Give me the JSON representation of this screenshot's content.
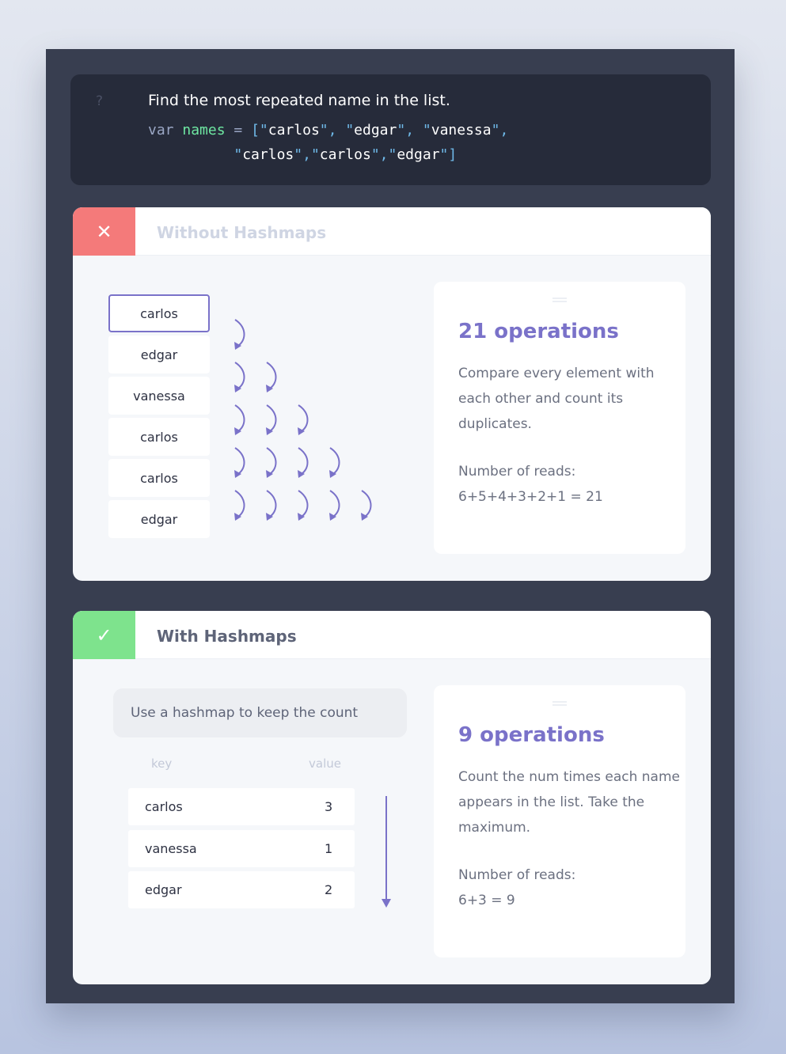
{
  "question": {
    "mark": "?",
    "text": "Find the most repeated name in the list.",
    "code_kw": "var",
    "code_var": "names",
    "code_eq": "=",
    "names": [
      "carlos",
      "edgar",
      "vanessa",
      "carlos",
      "carlos",
      "edgar"
    ]
  },
  "without": {
    "badge": "✕",
    "title": "Without Hashmaps",
    "list": [
      "carlos",
      "edgar",
      "vanessa",
      "carlos",
      "carlos",
      "edgar"
    ],
    "comparison_rows": [
      1,
      2,
      3,
      4,
      5
    ],
    "ops": "21 operations",
    "desc": "Compare every element with each other and count its duplicates.",
    "reads_label": "Number of reads:",
    "reads_value": "6+5+4+3+2+1 = 21"
  },
  "with": {
    "badge": "✓",
    "title": "With Hashmaps",
    "pill": "Use a hashmap to keep the count",
    "col_key": "key",
    "col_value": "value",
    "rows": [
      {
        "key": "carlos",
        "value": "3"
      },
      {
        "key": "vanessa",
        "value": "1"
      },
      {
        "key": "edgar",
        "value": "2"
      }
    ],
    "ops": "9 operations",
    "desc": "Count the num times each name appears in the list. Take the maximum.",
    "reads_label": "Number of reads:",
    "reads_value": "6+3 = 9"
  },
  "colors": {
    "accent": "#7a72c9",
    "bad": "#f47a7a",
    "good": "#7ee38d",
    "frame": "#383e50"
  }
}
